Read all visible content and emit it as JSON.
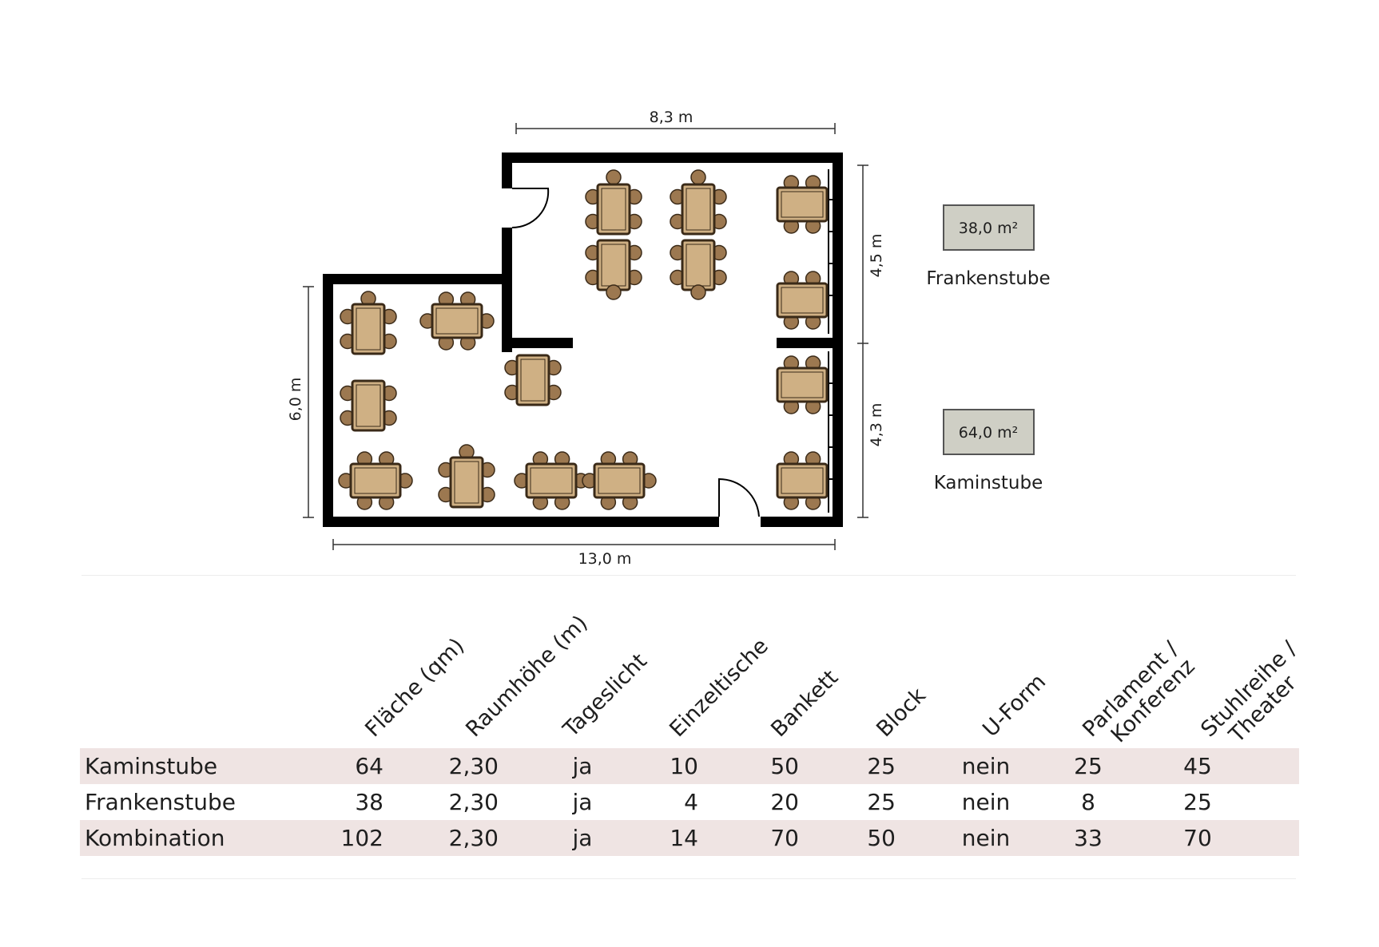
{
  "plan": {
    "dim_top": "8,3 m",
    "dim_bottom": "13,0 m",
    "dim_left": "6,0 m",
    "dim_right_upper": "4,5 m",
    "dim_right_lower": "4,3 m",
    "rooms": [
      {
        "area": "38,0 m²",
        "name": "Frankenstube"
      },
      {
        "area": "64,0 m²",
        "name": "Kaminstube"
      }
    ],
    "colors": {
      "wall": "#000000",
      "table": "#cfb084",
      "chair": "#9c7850",
      "outline": "#3a2a18",
      "area_box": "#cfcfc5"
    }
  },
  "table": {
    "headers": [
      [
        "Fläche (qm)"
      ],
      [
        "Raumhöhe (m)"
      ],
      [
        "Tageslicht"
      ],
      [
        "Einzeltische"
      ],
      [
        "Bankett"
      ],
      [
        "Block"
      ],
      [
        "U-Form"
      ],
      [
        "Parlament /",
        "Konferenz"
      ],
      [
        "Stuhlreihe /",
        "Theater"
      ]
    ],
    "rows": [
      {
        "name": "Kaminstube",
        "values": [
          "64",
          "2,30",
          "ja",
          "10",
          "50",
          "25",
          "nein",
          "25",
          "45"
        ]
      },
      {
        "name": "Frankenstube",
        "values": [
          "38",
          "2,30",
          "ja",
          "4",
          "20",
          "25",
          "nein",
          "8",
          "25"
        ]
      },
      {
        "name": "Kombination",
        "values": [
          "102",
          "2,30",
          "ja",
          "14",
          "70",
          "50",
          "nein",
          "33",
          "70"
        ]
      }
    ]
  }
}
